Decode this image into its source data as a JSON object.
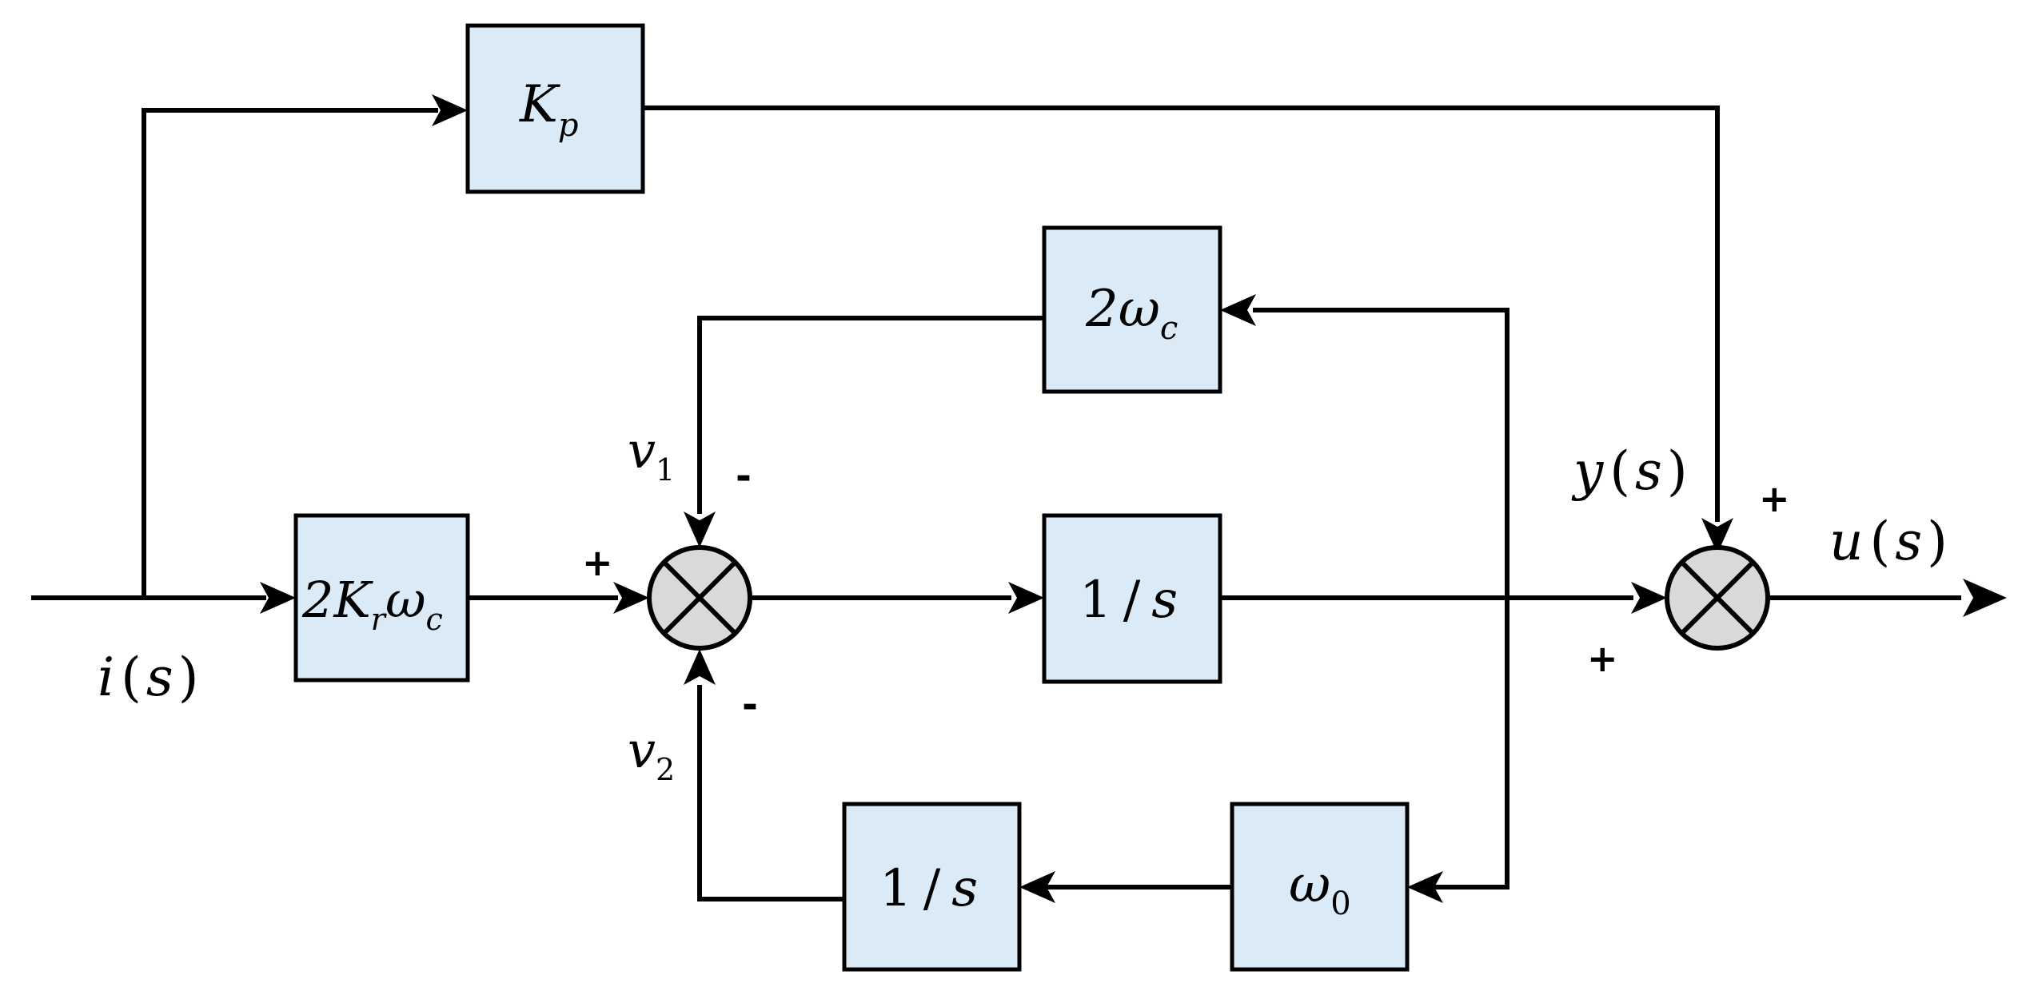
{
  "colors": {
    "block_fill": "#dbeaf7",
    "line": "#000000",
    "sum_fill": "#d9d9d9",
    "background": "#ffffff"
  },
  "blocks": {
    "kp": {
      "main": "K",
      "sub": "p"
    },
    "gain": {
      "lead": "2K",
      "sub1": "r",
      "mid": "ω",
      "sub2": "c"
    },
    "two_omega_c": {
      "lead": "2ω",
      "sub": "c"
    },
    "integrator_main": {
      "num": "1",
      "slash": "/",
      "var": "s"
    },
    "integrator_feedback": {
      "num": "1",
      "slash": "/",
      "var": "s"
    },
    "omega_0": {
      "main": "ω",
      "sub": "0"
    }
  },
  "signals": {
    "input": {
      "name": "i",
      "arg": "s"
    },
    "y": {
      "name": "y",
      "arg": "s"
    },
    "output": {
      "name": "u",
      "arg": "s"
    },
    "v1": {
      "name": "v",
      "sub": "1"
    },
    "v2": {
      "name": "v",
      "sub": "2"
    }
  },
  "signs": {
    "sum1_left": "+",
    "sum1_top": "-",
    "sum1_bottom": "-",
    "sum2_top": "+",
    "sum2_left": "+"
  }
}
